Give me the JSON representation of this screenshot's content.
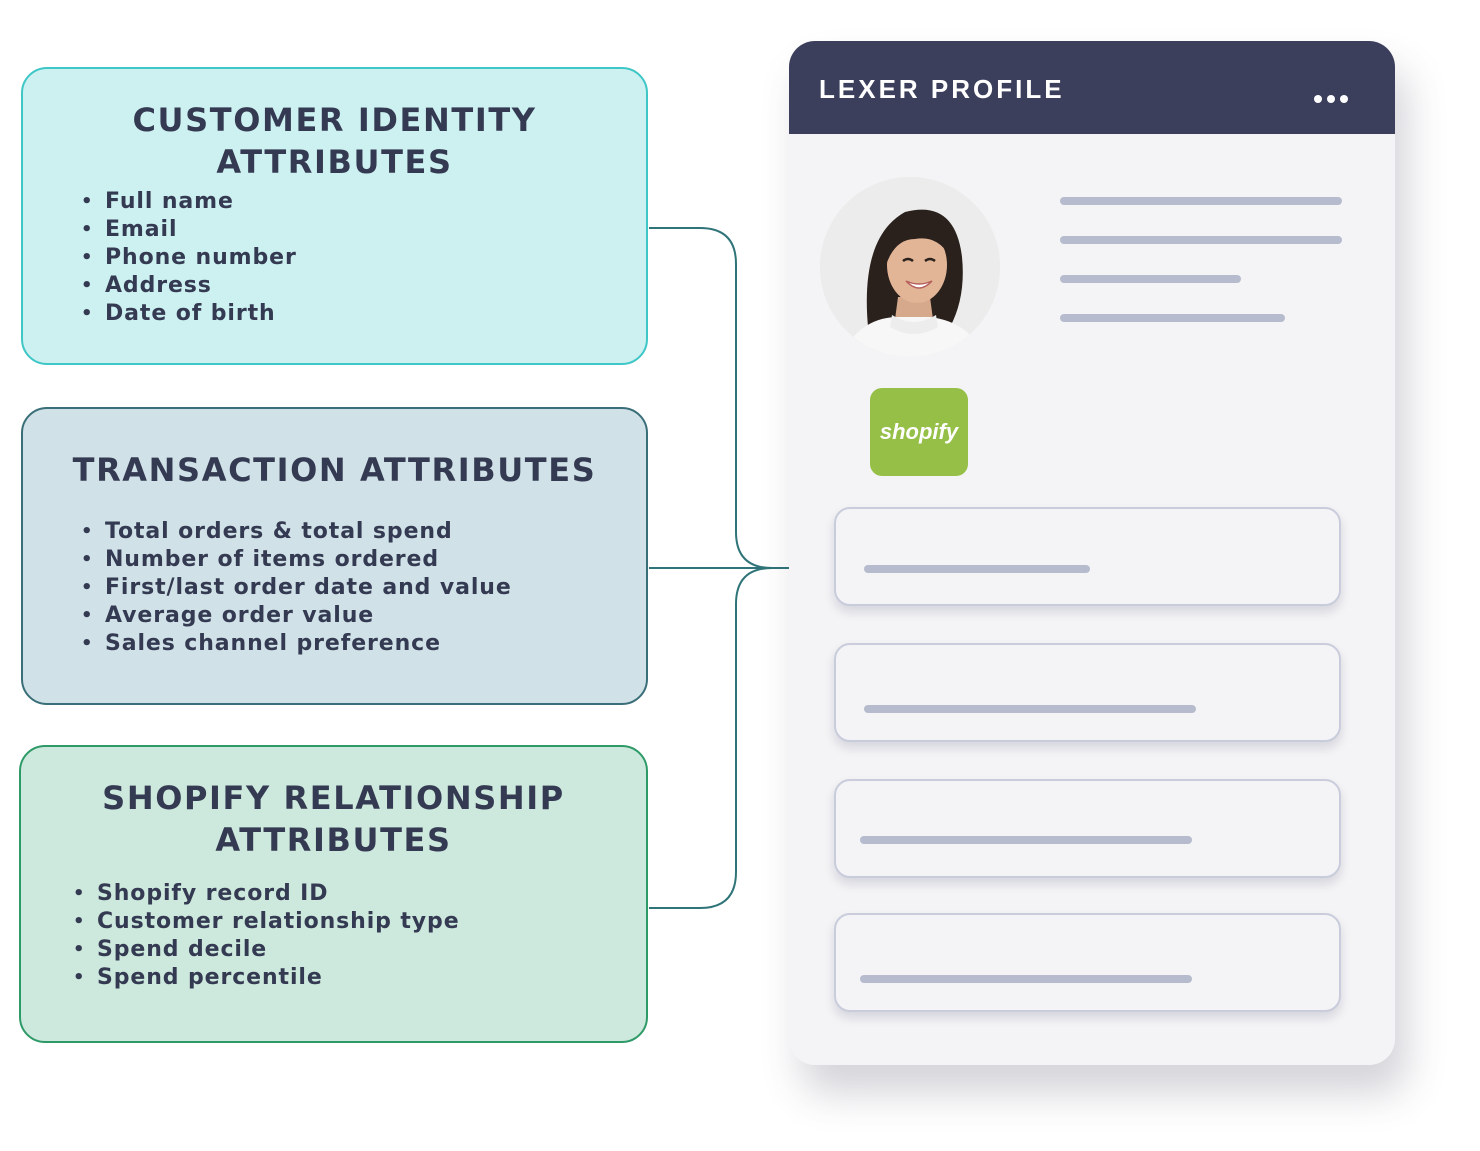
{
  "identity": {
    "title_line1": "CUSTOMER IDENTITY",
    "title_line2": "ATTRIBUTES",
    "items": [
      "Full name",
      "Email",
      "Phone number",
      "Address",
      "Date of birth"
    ]
  },
  "transaction": {
    "title_line1": "TRANSACTION ATTRIBUTES",
    "items": [
      "Total orders & total spend",
      "Number of items ordered",
      "First/last order date and value",
      "Average order value",
      "Sales channel preference"
    ]
  },
  "shopify_rel": {
    "title_line1": "SHOPIFY RELATIONSHIP",
    "title_line2": "ATTRIBUTES",
    "items": [
      "Shopify record ID",
      "Customer relationship type",
      "Spend decile",
      "Spend percentile"
    ]
  },
  "profile": {
    "title": "LEXER PROFILE",
    "menu_icon": "more-horizontal-icon",
    "logo_text": "shopify"
  },
  "colors": {
    "identity_bg": "#cdf1f0",
    "transaction_bg": "#d0e2e7",
    "shopify_rel_bg": "#cde8dc",
    "header_bg": "#3b3f5c",
    "shopify_green": "#95bf47",
    "connector": "#2f7478"
  }
}
